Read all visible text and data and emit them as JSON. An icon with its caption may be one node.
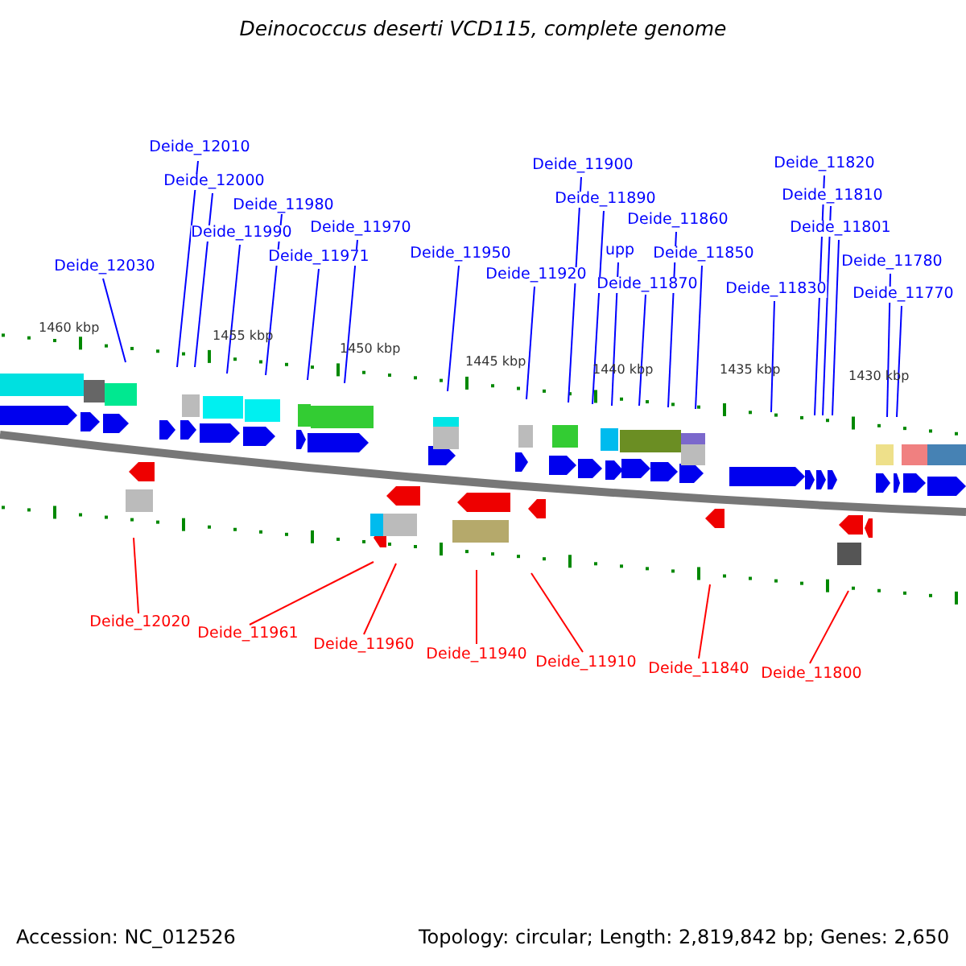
{
  "diagram": {
    "title": "Deinococcus deserti VCD115, complete genome",
    "nodes": [
      {
        "text": [
          "Deide_12030"
        ]
      },
      {
        "text": [
          "Deide_12010"
        ]
      },
      {
        "text": [
          "Deide_12000"
        ]
      },
      {
        "text": [
          "Deide_11990"
        ]
      },
      {
        "text": [
          "Deide_11980"
        ]
      },
      {
        "text": [
          "Deide_11971"
        ]
      },
      {
        "text": [
          "Deide_11970"
        ]
      },
      {
        "text": [
          "Deide_11950"
        ]
      },
      {
        "text": [
          "Deide_11920"
        ]
      },
      {
        "text": [
          "Deide_11900"
        ]
      },
      {
        "text": [
          "Deide_11890"
        ]
      },
      {
        "text": [
          "upp"
        ]
      },
      {
        "text": [
          "Deide_11870"
        ]
      },
      {
        "text": [
          "Deide_11860"
        ]
      },
      {
        "text": [
          "Deide_11850"
        ]
      },
      {
        "text": [
          "Deide_11830"
        ]
      },
      {
        "text": [
          "Deide_11820"
        ]
      },
      {
        "text": [
          "Deide_11810"
        ]
      },
      {
        "text": [
          "Deide_11801"
        ]
      },
      {
        "text": [
          "Deide_11780"
        ]
      },
      {
        "text": [
          "Deide_11770"
        ]
      },
      {
        "text": [
          "Deide_12020"
        ]
      },
      {
        "text": [
          "Deide_11961"
        ]
      },
      {
        "text": [
          "Deide_11960"
        ]
      },
      {
        "text": [
          "Deide_11940"
        ]
      },
      {
        "text": [
          "Deide_11910"
        ]
      },
      {
        "text": [
          "Deide_11840"
        ]
      },
      {
        "text": [
          "Deide_11800"
        ]
      }
    ],
    "edges": [
      {
        "from": 0,
        "to": null,
        "arrow": "none"
      },
      {
        "from": 1,
        "to": null,
        "arrow": "none"
      },
      {
        "from": 2,
        "to": null,
        "arrow": "none"
      },
      {
        "from": 3,
        "to": null,
        "arrow": "none"
      },
      {
        "from": 4,
        "to": null,
        "arrow": "none"
      },
      {
        "from": 5,
        "to": null,
        "arrow": "none"
      },
      {
        "from": 6,
        "to": null,
        "arrow": "none"
      },
      {
        "from": 7,
        "to": null,
        "arrow": "none"
      },
      {
        "from": 8,
        "to": null,
        "arrow": "none"
      },
      {
        "from": 9,
        "to": null,
        "arrow": "none"
      },
      {
        "from": 10,
        "to": null,
        "arrow": "none"
      },
      {
        "from": 11,
        "to": null,
        "arrow": "none"
      },
      {
        "from": 12,
        "to": null,
        "arrow": "none"
      },
      {
        "from": 13,
        "to": null,
        "arrow": "none"
      },
      {
        "from": 14,
        "to": null,
        "arrow": "none"
      },
      {
        "from": 15,
        "to": null,
        "arrow": "none"
      },
      {
        "from": 16,
        "to": null,
        "arrow": "none"
      },
      {
        "from": 17,
        "to": null,
        "arrow": "none"
      },
      {
        "from": 18,
        "to": null,
        "arrow": "none"
      },
      {
        "from": 19,
        "to": null,
        "arrow": "none"
      },
      {
        "from": 20,
        "to": null,
        "arrow": "none"
      },
      {
        "from": 21,
        "to": null,
        "arrow": "none",
        "color": "#ff0000"
      },
      {
        "from": 22,
        "to": null,
        "arrow": "none",
        "color": "#ff0000"
      },
      {
        "from": 23,
        "to": null,
        "arrow": "none",
        "color": "#ff0000"
      },
      {
        "from": 24,
        "to": null,
        "arrow": "none",
        "color": "#ff0000"
      },
      {
        "from": 25,
        "to": null,
        "arrow": "none",
        "color": "#ff0000"
      },
      {
        "from": 26,
        "to": null,
        "arrow": "none",
        "color": "#ff0000"
      },
      {
        "from": 27,
        "to": null,
        "arrow": "none",
        "color": "#ff0000"
      }
    ],
    "labels": [
      "1460 kbp",
      "1455 kbp",
      "1450 kbp",
      "1445 kbp",
      "1440 kbp",
      "1435 kbp",
      "1430 kbp",
      "Accession: NC_012526",
      "Topology: circular; Length: 2,819,842 bp; Genes: 2,650"
    ]
  }
}
